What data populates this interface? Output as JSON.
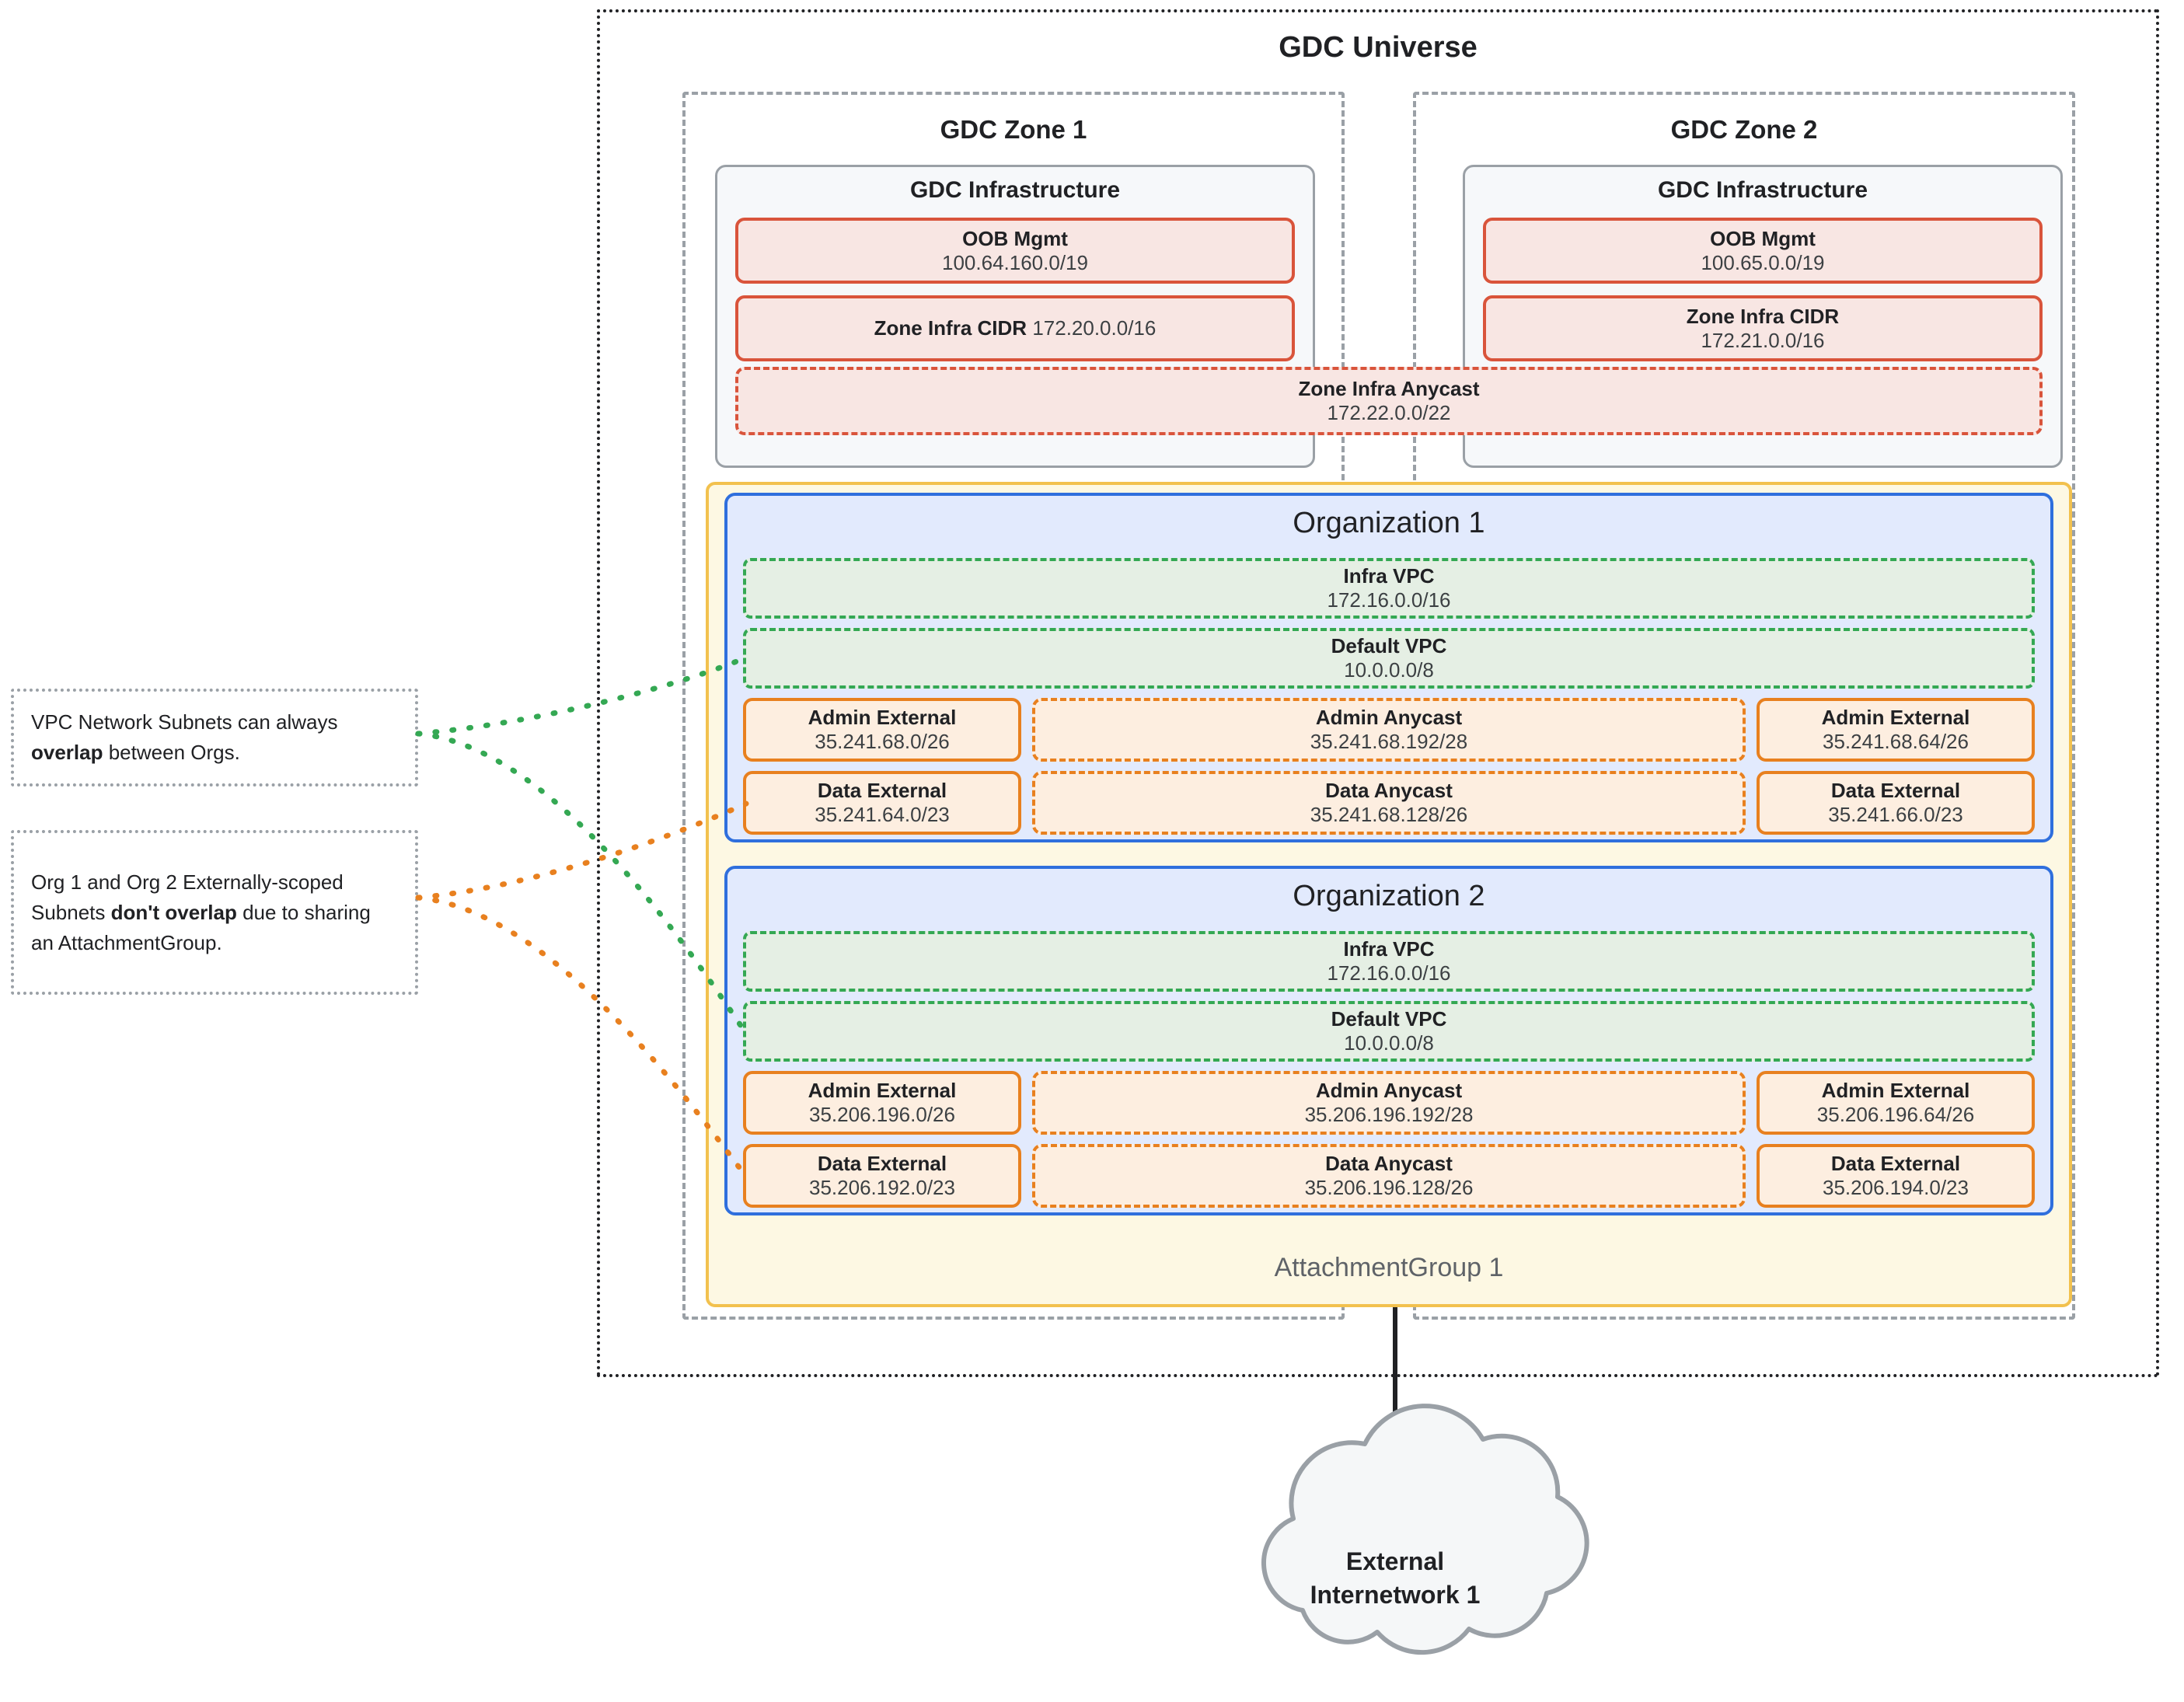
{
  "diagram": {
    "universe_title": "GDC Universe",
    "zones": [
      {
        "title": "GDC Zone 1",
        "infra_title": "GDC Infrastructure",
        "oob": {
          "label": "OOB Mgmt",
          "cidr": "100.64.160.0/19"
        },
        "zone_infra_cidr": {
          "label": "Zone Infra CIDR",
          "cidr": "172.20.0.0/16",
          "inline": true
        }
      },
      {
        "title": "GDC Zone 2",
        "infra_title": "GDC Infrastructure",
        "oob": {
          "label": "OOB Mgmt",
          "cidr": "100.65.0.0/19"
        },
        "zone_infra_cidr": {
          "label": "Zone Infra CIDR",
          "cidr": "172.21.0.0/16",
          "inline": false
        }
      }
    ],
    "zone_infra_anycast": {
      "label": "Zone Infra Anycast",
      "cidr": "172.22.0.0/22"
    },
    "attachment_group": {
      "label": "AttachmentGroup 1"
    },
    "organizations": [
      {
        "title": "Organization 1",
        "infra_vpc": {
          "label": "Infra VPC",
          "cidr": "172.16.0.0/16"
        },
        "default_vpc": {
          "label": "Default VPC",
          "cidr": "10.0.0.0/8"
        },
        "subnets": {
          "admin_external_left": {
            "label": "Admin External",
            "cidr": "35.241.68.0/26"
          },
          "admin_anycast": {
            "label": "Admin Anycast",
            "cidr": "35.241.68.192/28"
          },
          "admin_external_right": {
            "label": "Admin External",
            "cidr": "35.241.68.64/26"
          },
          "data_external_left": {
            "label": "Data External",
            "cidr": "35.241.64.0/23"
          },
          "data_anycast": {
            "label": "Data Anycast",
            "cidr": "35.241.68.128/26"
          },
          "data_external_right": {
            "label": "Data External",
            "cidr": "35.241.66.0/23"
          }
        }
      },
      {
        "title": "Organization 2",
        "infra_vpc": {
          "label": "Infra VPC",
          "cidr": "172.16.0.0/16"
        },
        "default_vpc": {
          "label": "Default VPC",
          "cidr": "10.0.0.0/8"
        },
        "subnets": {
          "admin_external_left": {
            "label": "Admin External",
            "cidr": "35.206.196.0/26"
          },
          "admin_anycast": {
            "label": "Admin Anycast",
            "cidr": "35.206.196.192/28"
          },
          "admin_external_right": {
            "label": "Admin External",
            "cidr": "35.206.196.64/26"
          },
          "data_external_left": {
            "label": "Data External",
            "cidr": "35.206.192.0/23"
          },
          "data_anycast": {
            "label": "Data Anycast",
            "cidr": "35.206.196.128/26"
          },
          "data_external_right": {
            "label": "Data External",
            "cidr": "35.206.194.0/23"
          }
        }
      }
    ],
    "notes": [
      {
        "id": "overlap-note",
        "prefix": "VPC Network Subnets can always ",
        "bold": "overlap",
        "suffix": " between Orgs."
      },
      {
        "id": "no-overlap-note",
        "prefix": "Org 1 and Org 2 Externally-scoped Subnets ",
        "bold": "don't overlap",
        "suffix": " due to sharing an AttachmentGroup."
      }
    ],
    "external": {
      "label_line1": "External",
      "label_line2": "Internetwork 1"
    },
    "colors": {
      "universe_border": "#202124",
      "zone_border": "#9aa0a6",
      "infra_border": "#9aa0a6",
      "infra_fill": "#f6f8fa",
      "cidr_border": "#d9543b",
      "cidr_fill": "#f8e6e3",
      "org_border": "#2f6fdd",
      "org_fill": "#e2eafd",
      "vpc_border": "#34a853",
      "vpc_fill": "#e5efe4",
      "subnet_border": "#e8801f",
      "subnet_fill": "#fdeee0",
      "attachment_group_border": "#f2c14e",
      "attachment_group_fill": "#fdf8e3",
      "cloud_border": "#9aa0a6",
      "cloud_fill": "#f5f7f8",
      "note_border": "#9aa0a6"
    }
  }
}
